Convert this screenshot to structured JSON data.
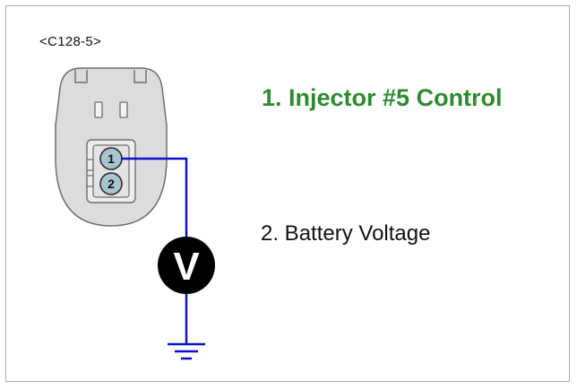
{
  "connector": {
    "id": "<C128-5>"
  },
  "pins": [
    {
      "number": "1",
      "label": "1. Injector #5 Control",
      "color": "#2e8b2e"
    },
    {
      "number": "2",
      "label": "2. Battery Voltage",
      "color": "#111111"
    }
  ],
  "meter": {
    "symbol": "V",
    "icon": "voltmeter-icon"
  },
  "colors": {
    "wire": "#1010c8",
    "connector_fill": "#dcdcdc",
    "pin_fill": "#a8c4cf",
    "meter_fill": "#000000"
  }
}
